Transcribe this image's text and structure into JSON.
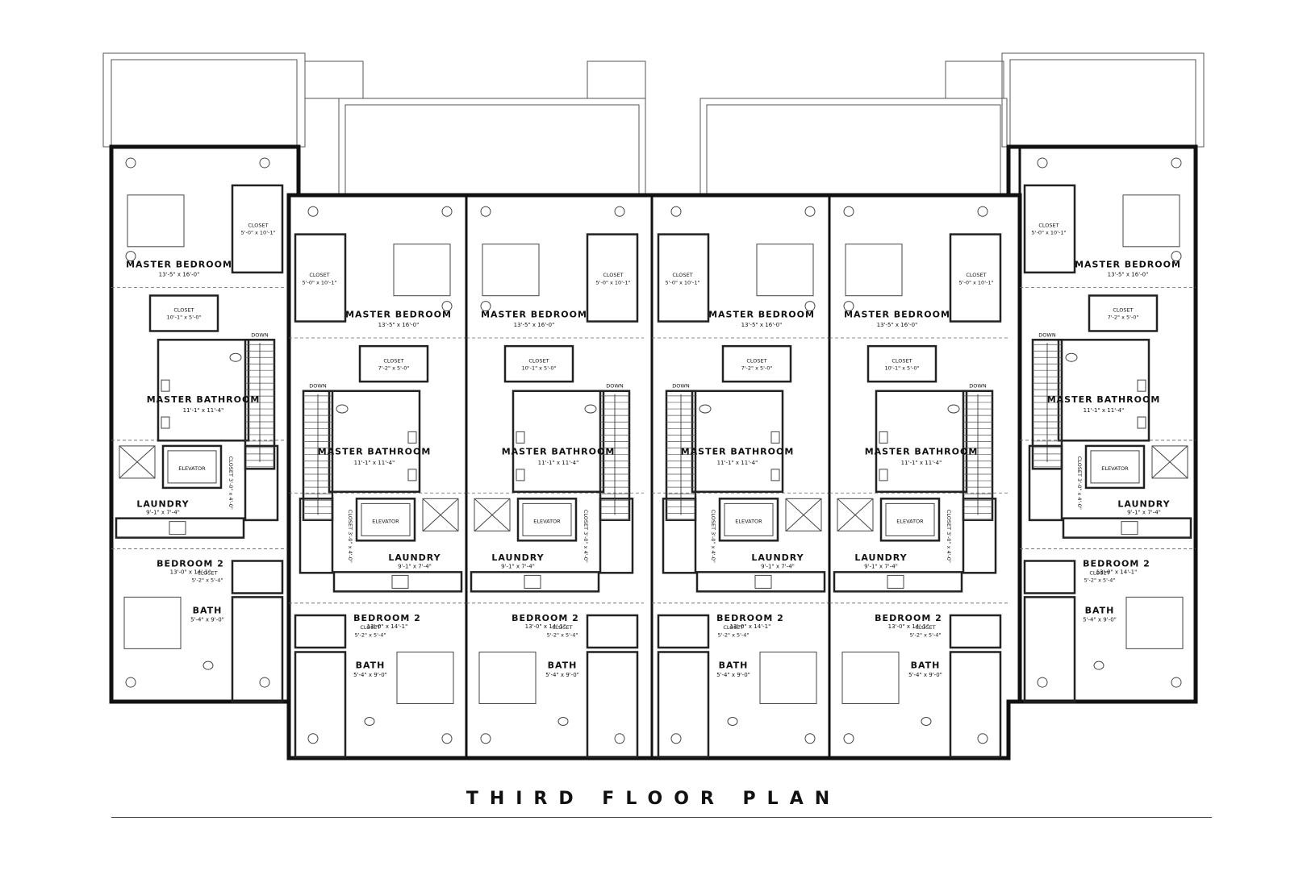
{
  "title": "THIRD FLOOR PLAN",
  "units": [
    {
      "id": "u1",
      "rooms": {
        "master_bedroom": "MASTER BEDROOM",
        "master_bedroom_dim": "13'-5\" x 16'-0\"",
        "bed_closet": "CLOSET",
        "bed_closet_dim": "5'-0\" x 10'-1\"",
        "bath_closet": "CLOSET",
        "bath_closet_dim": "10'-1\" x 5'-0\"",
        "master_bathroom": "MASTER BATHROOM",
        "master_bathroom_dim": "11'-1\" x 11'-4\"",
        "elevator": "ELEVATOR",
        "hall_closet": "CLOSET",
        "hall_closet_dim": "3'-0\" x 4'-0\"",
        "laundry": "LAUNDRY",
        "laundry_dim": "9'-1\" x 7'-4\"",
        "bedroom2": "BEDROOM 2",
        "bedroom2_dim": "13'-0\" x 14'-1\"",
        "bed2_closet": "CLOSET",
        "bed2_closet_dim": "5'-2\" x 5'-4\"",
        "bath": "BATH",
        "bath_dim": "5'-4\" x 9'-0\"",
        "stair": "DOWN"
      }
    },
    {
      "id": "u2",
      "rooms": {
        "master_bedroom": "MASTER BEDROOM",
        "master_bedroom_dim": "13'-5\" x 16'-0\"",
        "bed_closet": "CLOSET",
        "bed_closet_dim": "5'-0\" x 10'-1\"",
        "bath_closet": "CLOSET",
        "bath_closet_dim": "7'-2\" x 5'-0\"",
        "master_bathroom": "MASTER BATHROOM",
        "master_bathroom_dim": "11'-1\" x 11'-4\"",
        "elevator": "ELEVATOR",
        "hall_closet": "CLOSET",
        "hall_closet_dim": "3'-0\" x 4'-0\"",
        "laundry": "LAUNDRY",
        "laundry_dim": "9'-1\" x 7'-4\"",
        "bedroom2": "BEDROOM 2",
        "bedroom2_dim": "13'-0\" x 14'-1\"",
        "bed2_closet": "CLOSET",
        "bed2_closet_dim": "5'-2\" x 5'-4\"",
        "bath": "BATH",
        "bath_dim": "5'-4\" x 9'-0\"",
        "stair": "DOWN"
      }
    },
    {
      "id": "u3",
      "rooms": {
        "master_bedroom": "MASTER BEDROOM",
        "master_bedroom_dim": "13'-5\" x 16'-0\"",
        "bed_closet": "CLOSET",
        "bed_closet_dim": "5'-0\" x 10'-1\"",
        "bath_closet": "CLOSET",
        "bath_closet_dim": "10'-1\" x 5'-0\"",
        "master_bathroom": "MASTER BATHROOM",
        "master_bathroom_dim": "11'-1\" x 11'-4\"",
        "elevator": "ELEVATOR",
        "hall_closet": "CLOSET",
        "hall_closet_dim": "3'-0\" x 4'-0\"",
        "laundry": "LAUNDRY",
        "laundry_dim": "9'-1\" x 7'-4\"",
        "bedroom2": "BEDROOM 2",
        "bedroom2_dim": "13'-0\" x 14'-1\"",
        "bed2_closet": "CLOSET",
        "bed2_closet_dim": "5'-2\" x 5'-4\"",
        "bath": "BATH",
        "bath_dim": "5'-4\" x 9'-0\"",
        "stair": "DOWN"
      }
    },
    {
      "id": "u4",
      "rooms": {
        "master_bedroom": "MASTER BEDROOM",
        "master_bedroom_dim": "13'-5\" x 16'-0\"",
        "bed_closet": "CLOSET",
        "bed_closet_dim": "5'-0\" x 10'-1\"",
        "bath_closet": "CLOSET",
        "bath_closet_dim": "7'-2\" x 5'-0\"",
        "master_bathroom": "MASTER BATHROOM",
        "master_bathroom_dim": "11'-1\" x 11'-4\"",
        "elevator": "ELEVATOR",
        "hall_closet": "CLOSET",
        "hall_closet_dim": "3'-0\" x 4'-0\"",
        "laundry": "LAUNDRY",
        "laundry_dim": "9'-1\" x 7'-4\"",
        "bedroom2": "BEDROOM 2",
        "bedroom2_dim": "13'-0\" x 14'-1\"",
        "bed2_closet": "CLOSET",
        "bed2_closet_dim": "5'-2\" x 5'-4\"",
        "bath": "BATH",
        "bath_dim": "5'-4\" x 9'-0\"",
        "stair": "DOWN"
      }
    },
    {
      "id": "u5",
      "rooms": {
        "master_bedroom": "MASTER BEDROOM",
        "master_bedroom_dim": "13'-5\" x 16'-0\"",
        "bed_closet": "CLOSET",
        "bed_closet_dim": "5'-0\" x 10'-1\"",
        "bath_closet": "CLOSET",
        "bath_closet_dim": "10'-1\" x 5'-0\"",
        "master_bathroom": "MASTER BATHROOM",
        "master_bathroom_dim": "11'-1\" x 11'-4\"",
        "elevator": "ELEVATOR",
        "hall_closet": "CLOSET",
        "hall_closet_dim": "3'-0\" x 4'-0\"",
        "laundry": "LAUNDRY",
        "laundry_dim": "9'-1\" x 7'-4\"",
        "bedroom2": "BEDROOM 2",
        "bedroom2_dim": "13'-0\" x 14'-1\"",
        "bed2_closet": "CLOSET",
        "bed2_closet_dim": "5'-2\" x 5'-4\"",
        "bath": "BATH",
        "bath_dim": "5'-4\" x 9'-0\"",
        "stair": "DOWN"
      }
    },
    {
      "id": "u6",
      "rooms": {
        "master_bedroom": "MASTER BEDROOM",
        "master_bedroom_dim": "13'-5\" x 16'-0\"",
        "bed_closet": "CLOSET",
        "bed_closet_dim": "5'-0\" x 10'-1\"",
        "bath_closet": "CLOSET",
        "bath_closet_dim": "7'-2\" x 5'-0\"",
        "master_bathroom": "MASTER BATHROOM",
        "master_bathroom_dim": "11'-1\" x 11'-4\"",
        "elevator": "ELEVATOR",
        "hall_closet": "CLOSET",
        "hall_closet_dim": "3'-0\" x 4'-0\"",
        "laundry": "LAUNDRY",
        "laundry_dim": "9'-1\" x 7'-4\"",
        "bedroom2": "BEDROOM 2",
        "bedroom2_dim": "13'-0\" x 14'-1\"",
        "bed2_closet": "CLOSET",
        "bed2_closet_dim": "5'-2\" x 5'-4\"",
        "bath": "BATH",
        "bath_dim": "5'-4\" x 9'-0\"",
        "stair": "DOWN"
      }
    }
  ]
}
